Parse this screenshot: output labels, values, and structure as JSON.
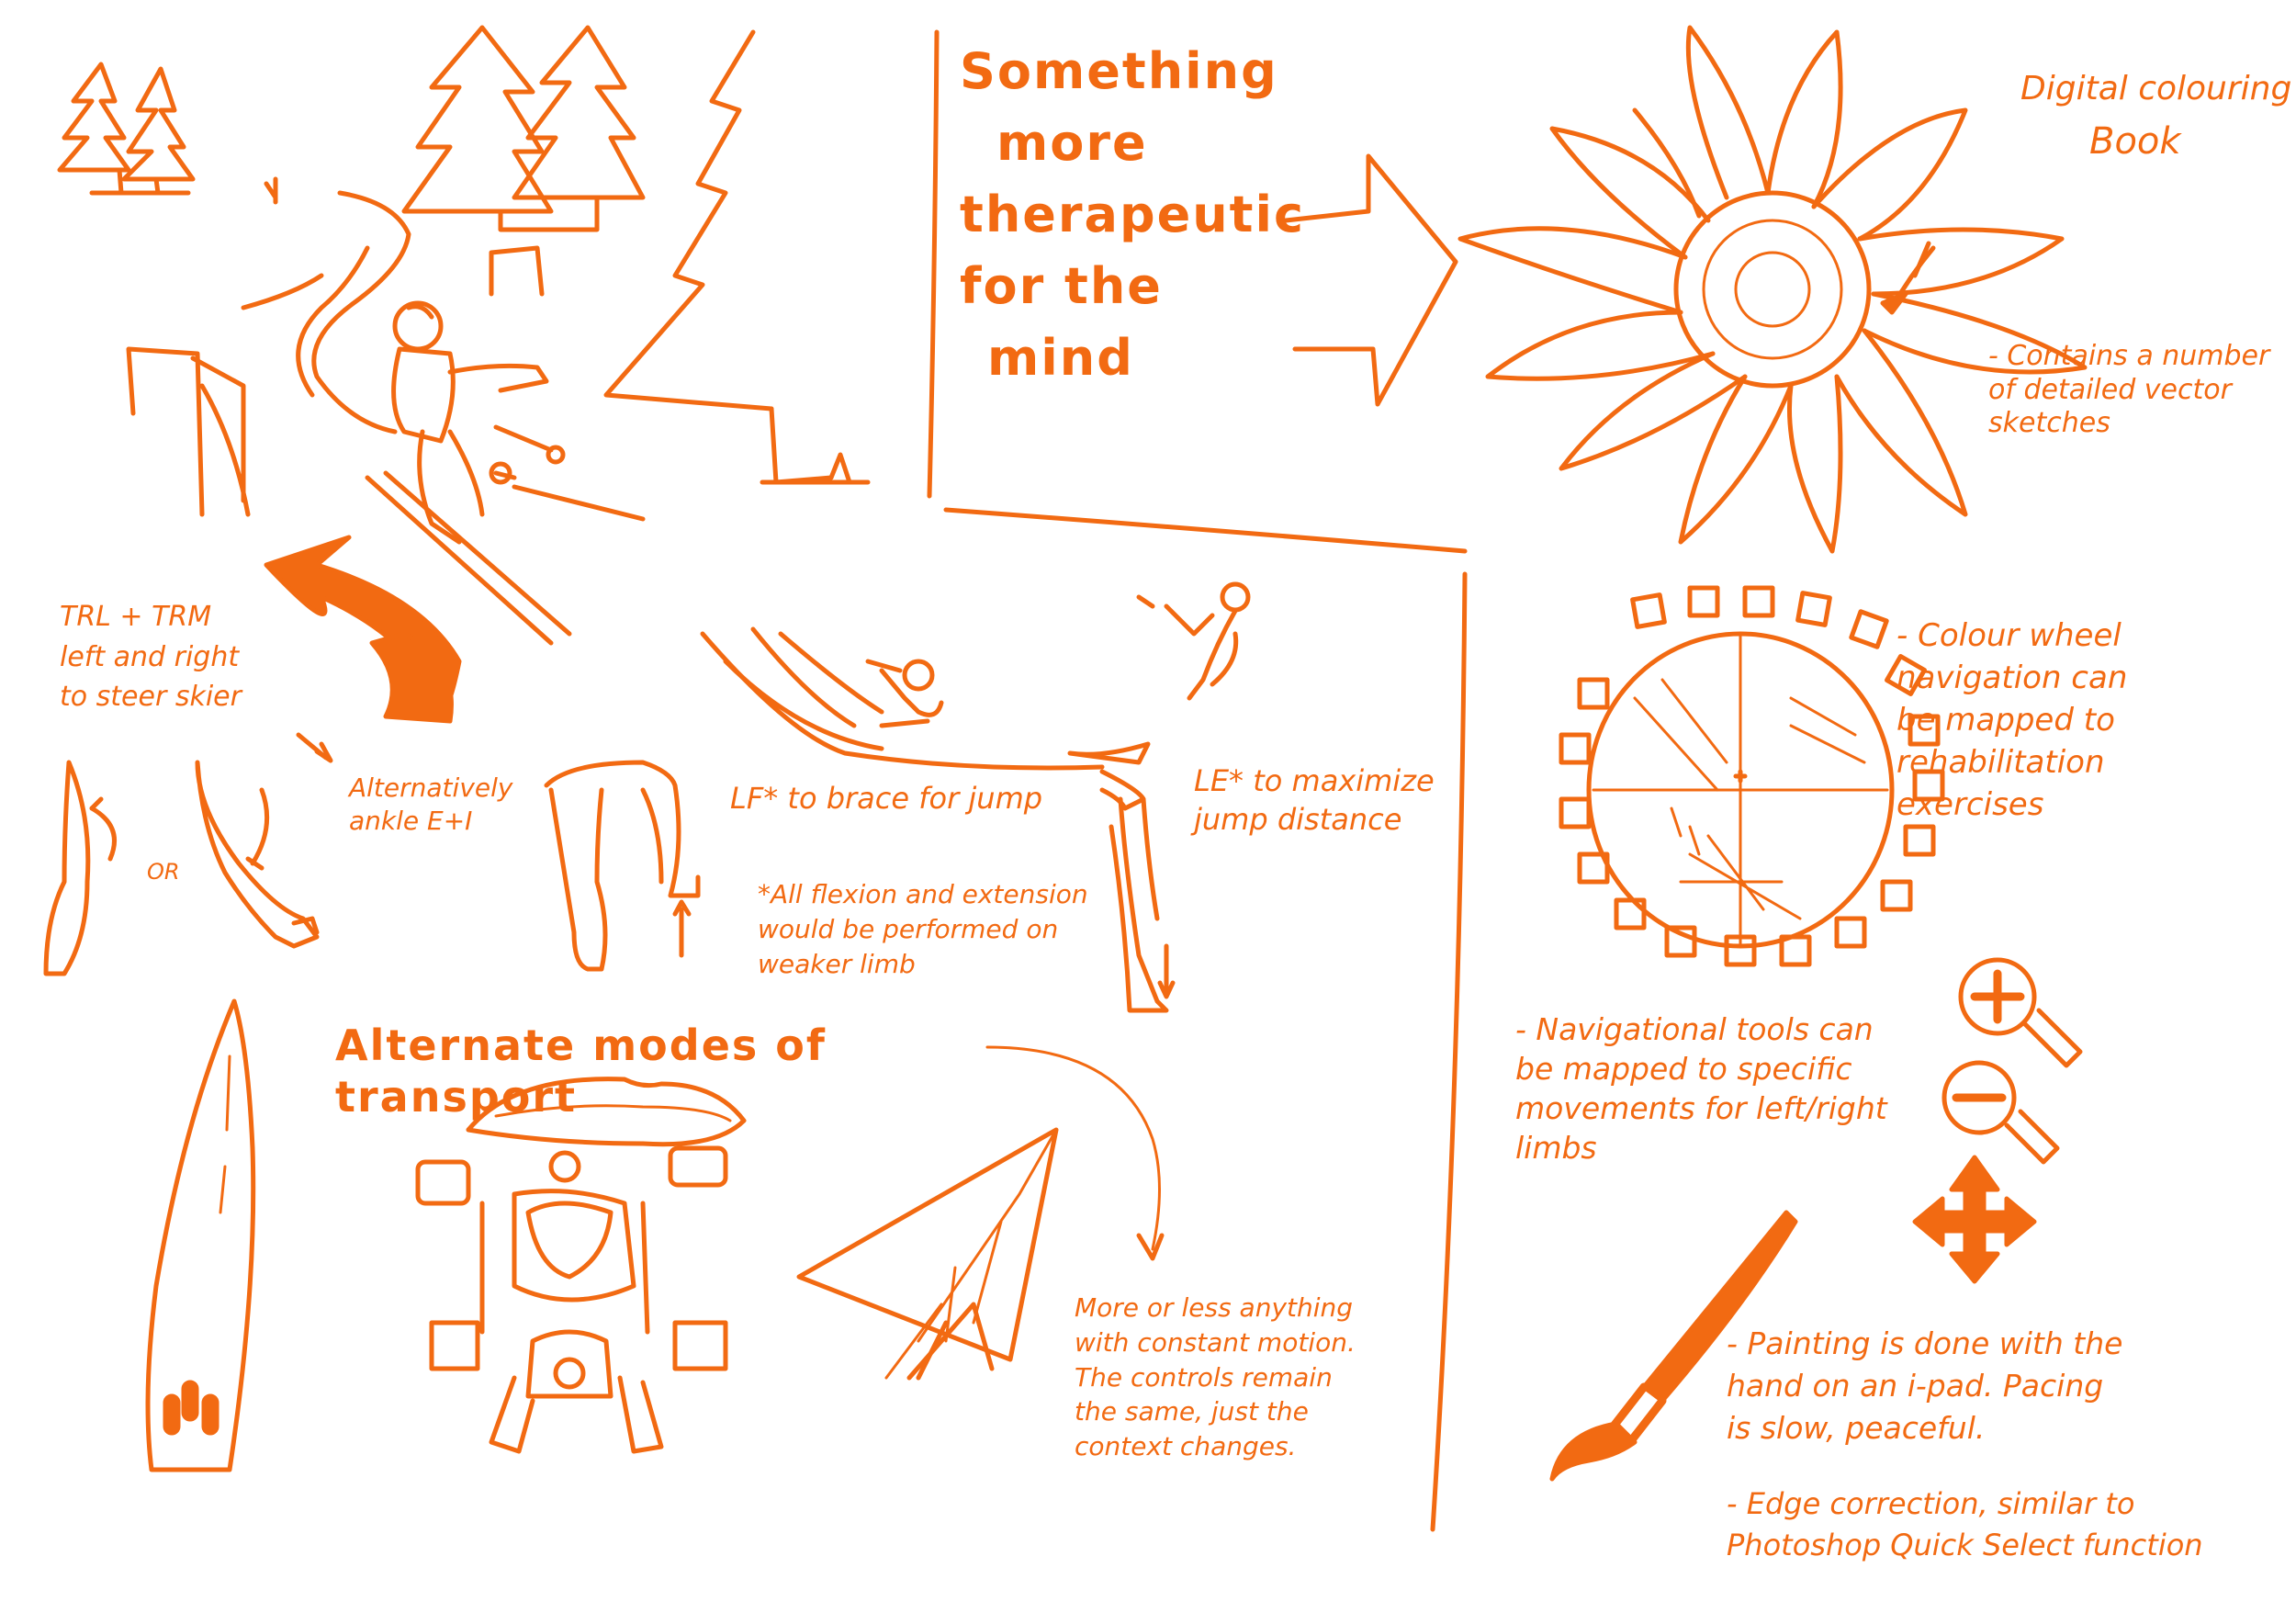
{
  "accent_color": "#f26a12",
  "background_color": "#ffffff",
  "headline": {
    "lines": [
      "Something",
      "more",
      "therapeutic",
      "for the",
      "mind"
    ]
  },
  "colouring_book": {
    "title_line1": "Digital colouring",
    "title_line2": "Book",
    "vector_note": "- Contains a number\nof detailed vector\nsketches",
    "wheel_note": "- Colour wheel\nnavigation can\nbe mapped to\nrehabilitation\nexercises",
    "nav_note": "- Navigational tools can\nbe mapped to specific\nmovements for left/right\nlimbs",
    "painting_note": "- Painting is done with the\nhand on an i-pad. Pacing\nis slow, peaceful.",
    "edge_note": "- Edge correction, similar to\nPhotoshop Quick Select function",
    "icons": [
      "flower-sketch",
      "paintbrush-icon",
      "colour-wheel",
      "zoom-in-icon",
      "zoom-out-icon",
      "move-arrows-icon"
    ]
  },
  "skier": {
    "steer_note": "TRL + TRM\nleft and right\nto steer skier",
    "alt_note": "Alternatively\nankle E+I",
    "or_label": "OR",
    "lf_note": "LF* to brace for jump",
    "le_note": "LE* to maximize\njump distance",
    "footnote": "*All flexion and extension\nwould be performed on\nweaker limb"
  },
  "transport": {
    "heading": "Alternate modes of transport",
    "note": "More or less anything\nwith constant motion.\nThe controls remain\nthe same, just the\ncontext changes.",
    "icons": [
      "surfboard-sketch",
      "quad-bike-sketch",
      "hang-glider-sketch"
    ]
  }
}
